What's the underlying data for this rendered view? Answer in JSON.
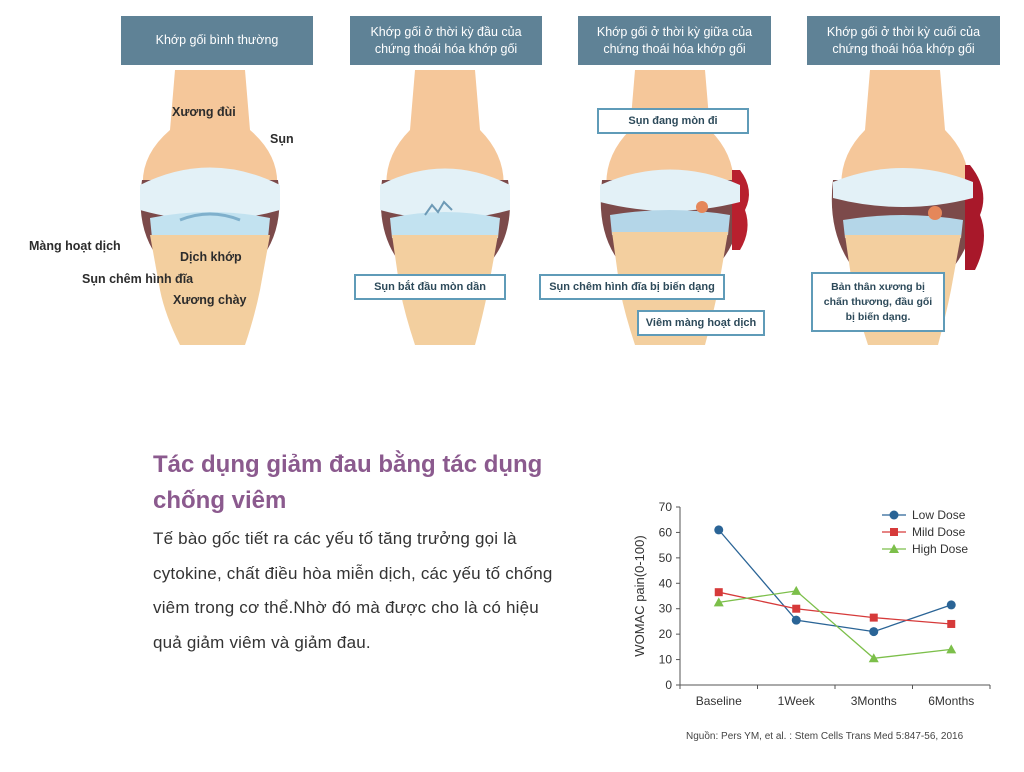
{
  "stages": [
    {
      "title": "Khớp gối bình thường"
    },
    {
      "title": "Khớp gối ở thời kỳ đầu của chứng thoái hóa khớp gối"
    },
    {
      "title": "Khớp gối ở thời kỳ giữa của chứng thoái hóa khớp gối"
    },
    {
      "title": "Khớp gối ở thời kỳ cuối của chứng thoái hóa khớp gối"
    }
  ],
  "anatomy_labels": {
    "femur": "Xương đùi",
    "cartilage": "Sụn",
    "synovium": "Màng hoạt dịch",
    "synovial_fluid": "Dịch khớp",
    "meniscus": "Sụn chêm hình đĩa",
    "tibia": "Xương chày"
  },
  "callouts": {
    "early_wear": "Sụn bắt đầu mòn dần",
    "mid_wearing": "Sụn đang mòn đi",
    "mid_meniscus": "Sụn chêm hình đĩa bị biến dạng",
    "mid_synovitis": "Viêm màng hoạt dịch",
    "late_damage": "Bản thân xương bị chấn thương, đầu gối bị biến dạng."
  },
  "article": {
    "heading": "Tác dụng giảm đau bằng tác dụng chống viêm",
    "body": "Tế bào gốc tiết ra các yếu tố tăng trưởng gọi là cytokine, chất điều hòa miễn dịch, các yếu tố chống viêm trong cơ thể.Nhờ đó mà được cho là có hiệu quả giảm viêm và giảm đau."
  },
  "source": "Nguồn: Pers YM, et al. : Stem Cells Trans Med 5:847-56, 2016",
  "colors": {
    "header_bg": "#5f8296",
    "heading": "#8b5a8e",
    "low": "#2a6496",
    "mild": "#d63a3a",
    "high": "#7cbf4a"
  },
  "chart_data": {
    "type": "line",
    "categories": [
      "Baseline",
      "1Week",
      "3Months",
      "6Months"
    ],
    "series": [
      {
        "name": "Low Dose",
        "marker": "circle",
        "values": [
          61,
          25.5,
          21,
          31.5
        ]
      },
      {
        "name": "Mild Dose",
        "marker": "square",
        "values": [
          36.5,
          30,
          26.5,
          24
        ]
      },
      {
        "name": "High Dose",
        "marker": "triangle",
        "values": [
          32.5,
          37,
          10.5,
          14
        ]
      }
    ],
    "ylabel": "WOMAC pain(0-100)",
    "xlabel": "",
    "ylim": [
      0,
      70
    ],
    "yticks": [
      0,
      10,
      20,
      30,
      40,
      50,
      60,
      70
    ],
    "grid": false,
    "legend": "top-right"
  }
}
